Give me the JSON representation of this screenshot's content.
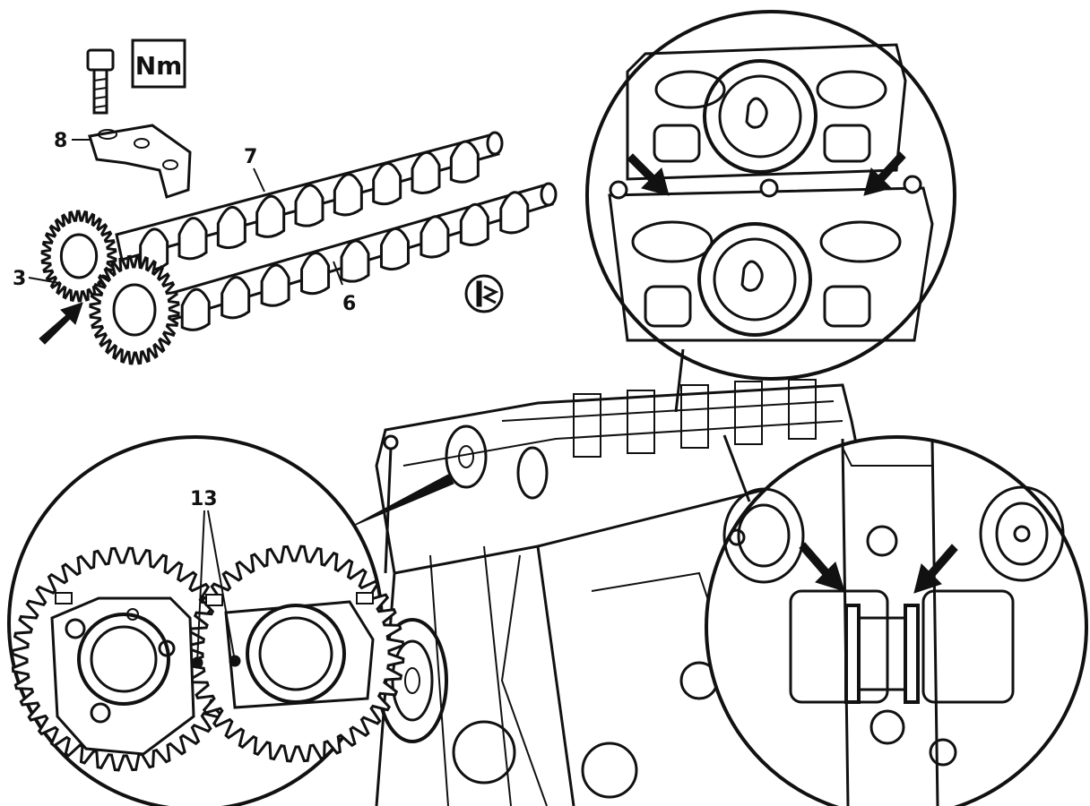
{
  "torque_badge": "Nm",
  "callouts": [
    {
      "id": "8",
      "text": "8"
    },
    {
      "id": "7",
      "text": "7"
    },
    {
      "id": "3",
      "text": "3"
    },
    {
      "id": "6",
      "text": "6"
    },
    {
      "id": "13",
      "text": "13"
    }
  ],
  "note_icon": "info-book-icon",
  "colors": {
    "ink": "#111111",
    "paper": "#ffffff"
  }
}
